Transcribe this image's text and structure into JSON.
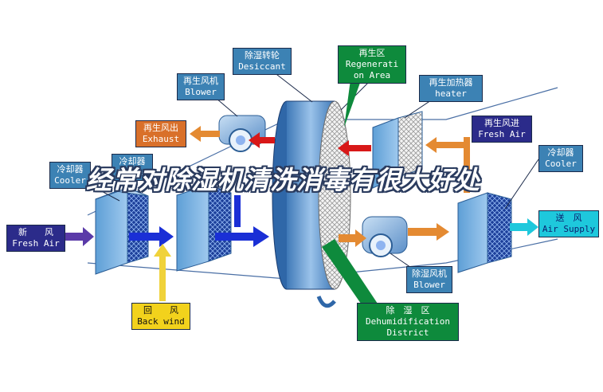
{
  "labels": {
    "desiccant": {
      "cn": "除湿转轮",
      "en": "Desiccant"
    },
    "regen_area": {
      "cn": "再生区",
      "en1": "Regenerati",
      "en2": "on Area"
    },
    "regen_blower": {
      "cn": "再生风机",
      "en": "Blower"
    },
    "regen_heater": {
      "cn": "再生加热器",
      "en": "heater"
    },
    "exhaust": {
      "cn": "再生风出",
      "en": "Exhaust"
    },
    "regen_fresh": {
      "cn": "再生风进",
      "en": "Fresh Air"
    },
    "cooler_left": {
      "cn": "冷却器",
      "en": "Cooler"
    },
    "cooler_mid": {
      "cn": "冷却器",
      "en": "Cooler"
    },
    "cooler_right": {
      "cn": "冷却器",
      "en": "Cooler"
    },
    "fresh_air": {
      "cn": "新　　风",
      "en": "Fresh Air"
    },
    "supply_air": {
      "cn": "送　风",
      "en": "Air Supply"
    },
    "back_wind": {
      "cn": "回　　风",
      "en": "Back wind"
    },
    "dehum_blower": {
      "cn": "除湿风机",
      "en": "Blower"
    },
    "dehum_district": {
      "cn": "除　湿　区",
      "en1": "Dehumidification",
      "en2": "District"
    }
  },
  "overlay_title": "经常对除湿机清洗消毒有很大好处",
  "colors": {
    "label_blue": "#3c82b4",
    "label_navy": "#2b2b8a",
    "label_orange": "#d9702a",
    "label_cyan": "#1ec8dc",
    "label_yellow": "#f2d21c",
    "label_green": "#0e8a3c",
    "arrow_blue": "#1a2fd6",
    "arrow_orange": "#e48a32",
    "arrow_red": "#d81818",
    "arrow_purple": "#5a3aa8",
    "arrow_cyan": "#1ec8dc",
    "arrow_yellow": "#f0d23a"
  }
}
